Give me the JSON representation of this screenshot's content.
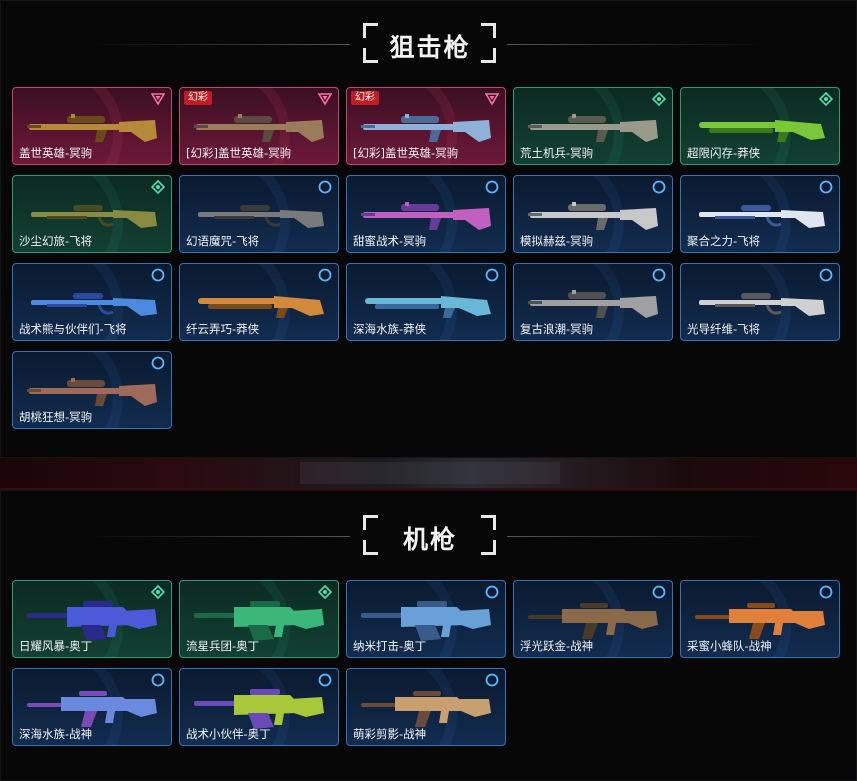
{
  "sections": [
    {
      "title": "狙击枪",
      "items": [
        {
          "name": "盖世英雄-冥驹",
          "tier": "pink",
          "badge": "",
          "gun": "sniper",
          "colors": [
            "#b58a3a",
            "#6b4a1a"
          ]
        },
        {
          "name": "[幻彩]盖世英雄-冥驹",
          "tier": "pink",
          "badge": "幻彩",
          "gun": "sniper",
          "colors": [
            "#9a7c5a",
            "#5a4a40"
          ]
        },
        {
          "name": "[幻彩]盖世英雄-冥驹",
          "tier": "pink",
          "badge": "幻彩",
          "gun": "sniper",
          "colors": [
            "#8fb0d8",
            "#4a6a9a"
          ]
        },
        {
          "name": "荒土机兵-冥驹",
          "tier": "green",
          "badge": "",
          "gun": "sniper",
          "colors": [
            "#9a9a8a",
            "#5a5a50"
          ]
        },
        {
          "name": "超限闪存-莽侠",
          "tier": "green",
          "badge": "",
          "gun": "rifle",
          "colors": [
            "#7ac83a",
            "#3a7a1a"
          ]
        },
        {
          "name": "沙尘幻旅-飞将",
          "tier": "green",
          "badge": "",
          "gun": "lever",
          "colors": [
            "#8a8a40",
            "#4a4a20"
          ]
        },
        {
          "name": "幻语魔咒-飞将",
          "tier": "blue",
          "badge": "",
          "gun": "lever",
          "colors": [
            "#7a7a7a",
            "#3a3a3a"
          ]
        },
        {
          "name": "甜蜜战术-冥驹",
          "tier": "blue",
          "badge": "",
          "gun": "sniper",
          "colors": [
            "#c060c0",
            "#6a3a9a"
          ]
        },
        {
          "name": "模拟赫兹-冥驹",
          "tier": "blue",
          "badge": "",
          "gun": "sniper",
          "colors": [
            "#c8c8c8",
            "#6a6a6a"
          ]
        },
        {
          "name": "聚合之力-飞将",
          "tier": "blue",
          "badge": "",
          "gun": "lever",
          "colors": [
            "#e0e6f0",
            "#3a5a9a"
          ]
        },
        {
          "name": "战术熊与伙伴们-飞将",
          "tier": "blue",
          "badge": "",
          "gun": "lever",
          "colors": [
            "#4a8ae0",
            "#2a4aa0"
          ]
        },
        {
          "name": "纤云弄巧-莽侠",
          "tier": "blue",
          "badge": "",
          "gun": "rifle",
          "colors": [
            "#d08a3a",
            "#7a4a1a"
          ]
        },
        {
          "name": "深海水族-莽侠",
          "tier": "blue",
          "badge": "",
          "gun": "rifle",
          "colors": [
            "#6ab8d8",
            "#3a6a9a"
          ]
        },
        {
          "name": "复古浪潮-冥驹",
          "tier": "blue",
          "badge": "",
          "gun": "sniper",
          "colors": [
            "#a0a0a0",
            "#505050"
          ]
        },
        {
          "name": "光导纤维-飞将",
          "tier": "blue",
          "badge": "",
          "gun": "lever",
          "colors": [
            "#d0d0d0",
            "#5a5a5a"
          ]
        },
        {
          "name": "胡桃狂想-冥驹",
          "tier": "blue",
          "badge": "",
          "gun": "sniper",
          "colors": [
            "#a06a5a",
            "#6a4a3a"
          ]
        }
      ]
    },
    {
      "title": "机枪",
      "items": [
        {
          "name": "日耀风暴-奥丁",
          "tier": "green",
          "badge": "",
          "gun": "mg",
          "colors": [
            "#4a5ad8",
            "#2a2a8a"
          ]
        },
        {
          "name": "流星兵团-奥丁",
          "tier": "green",
          "badge": "",
          "gun": "mg",
          "colors": [
            "#3ab87a",
            "#1a6a4a"
          ]
        },
        {
          "name": "纳米打击-奥丁",
          "tier": "blue",
          "badge": "",
          "gun": "mg",
          "colors": [
            "#6aa0d8",
            "#3a5a8a"
          ]
        },
        {
          "name": "浮光跃金-战神",
          "tier": "blue",
          "badge": "",
          "gun": "ar",
          "colors": [
            "#8a6a4a",
            "#4a3a2a"
          ]
        },
        {
          "name": "采蜜小蜂队-战神",
          "tier": "blue",
          "badge": "",
          "gun": "ar",
          "colors": [
            "#e0803a",
            "#8a4a1a"
          ]
        },
        {
          "name": "深海水族-战神",
          "tier": "blue",
          "badge": "",
          "gun": "ar",
          "colors": [
            "#6a8ae0",
            "#7a4ab8"
          ]
        },
        {
          "name": "战术小伙伴-奥丁",
          "tier": "blue",
          "badge": "",
          "gun": "mg",
          "colors": [
            "#a8c83a",
            "#6a4ab8"
          ]
        },
        {
          "name": "萌彩剪影-战神",
          "tier": "blue",
          "badge": "",
          "gun": "ar",
          "colors": [
            "#c8a070",
            "#6a4a3a"
          ]
        }
      ]
    }
  ]
}
